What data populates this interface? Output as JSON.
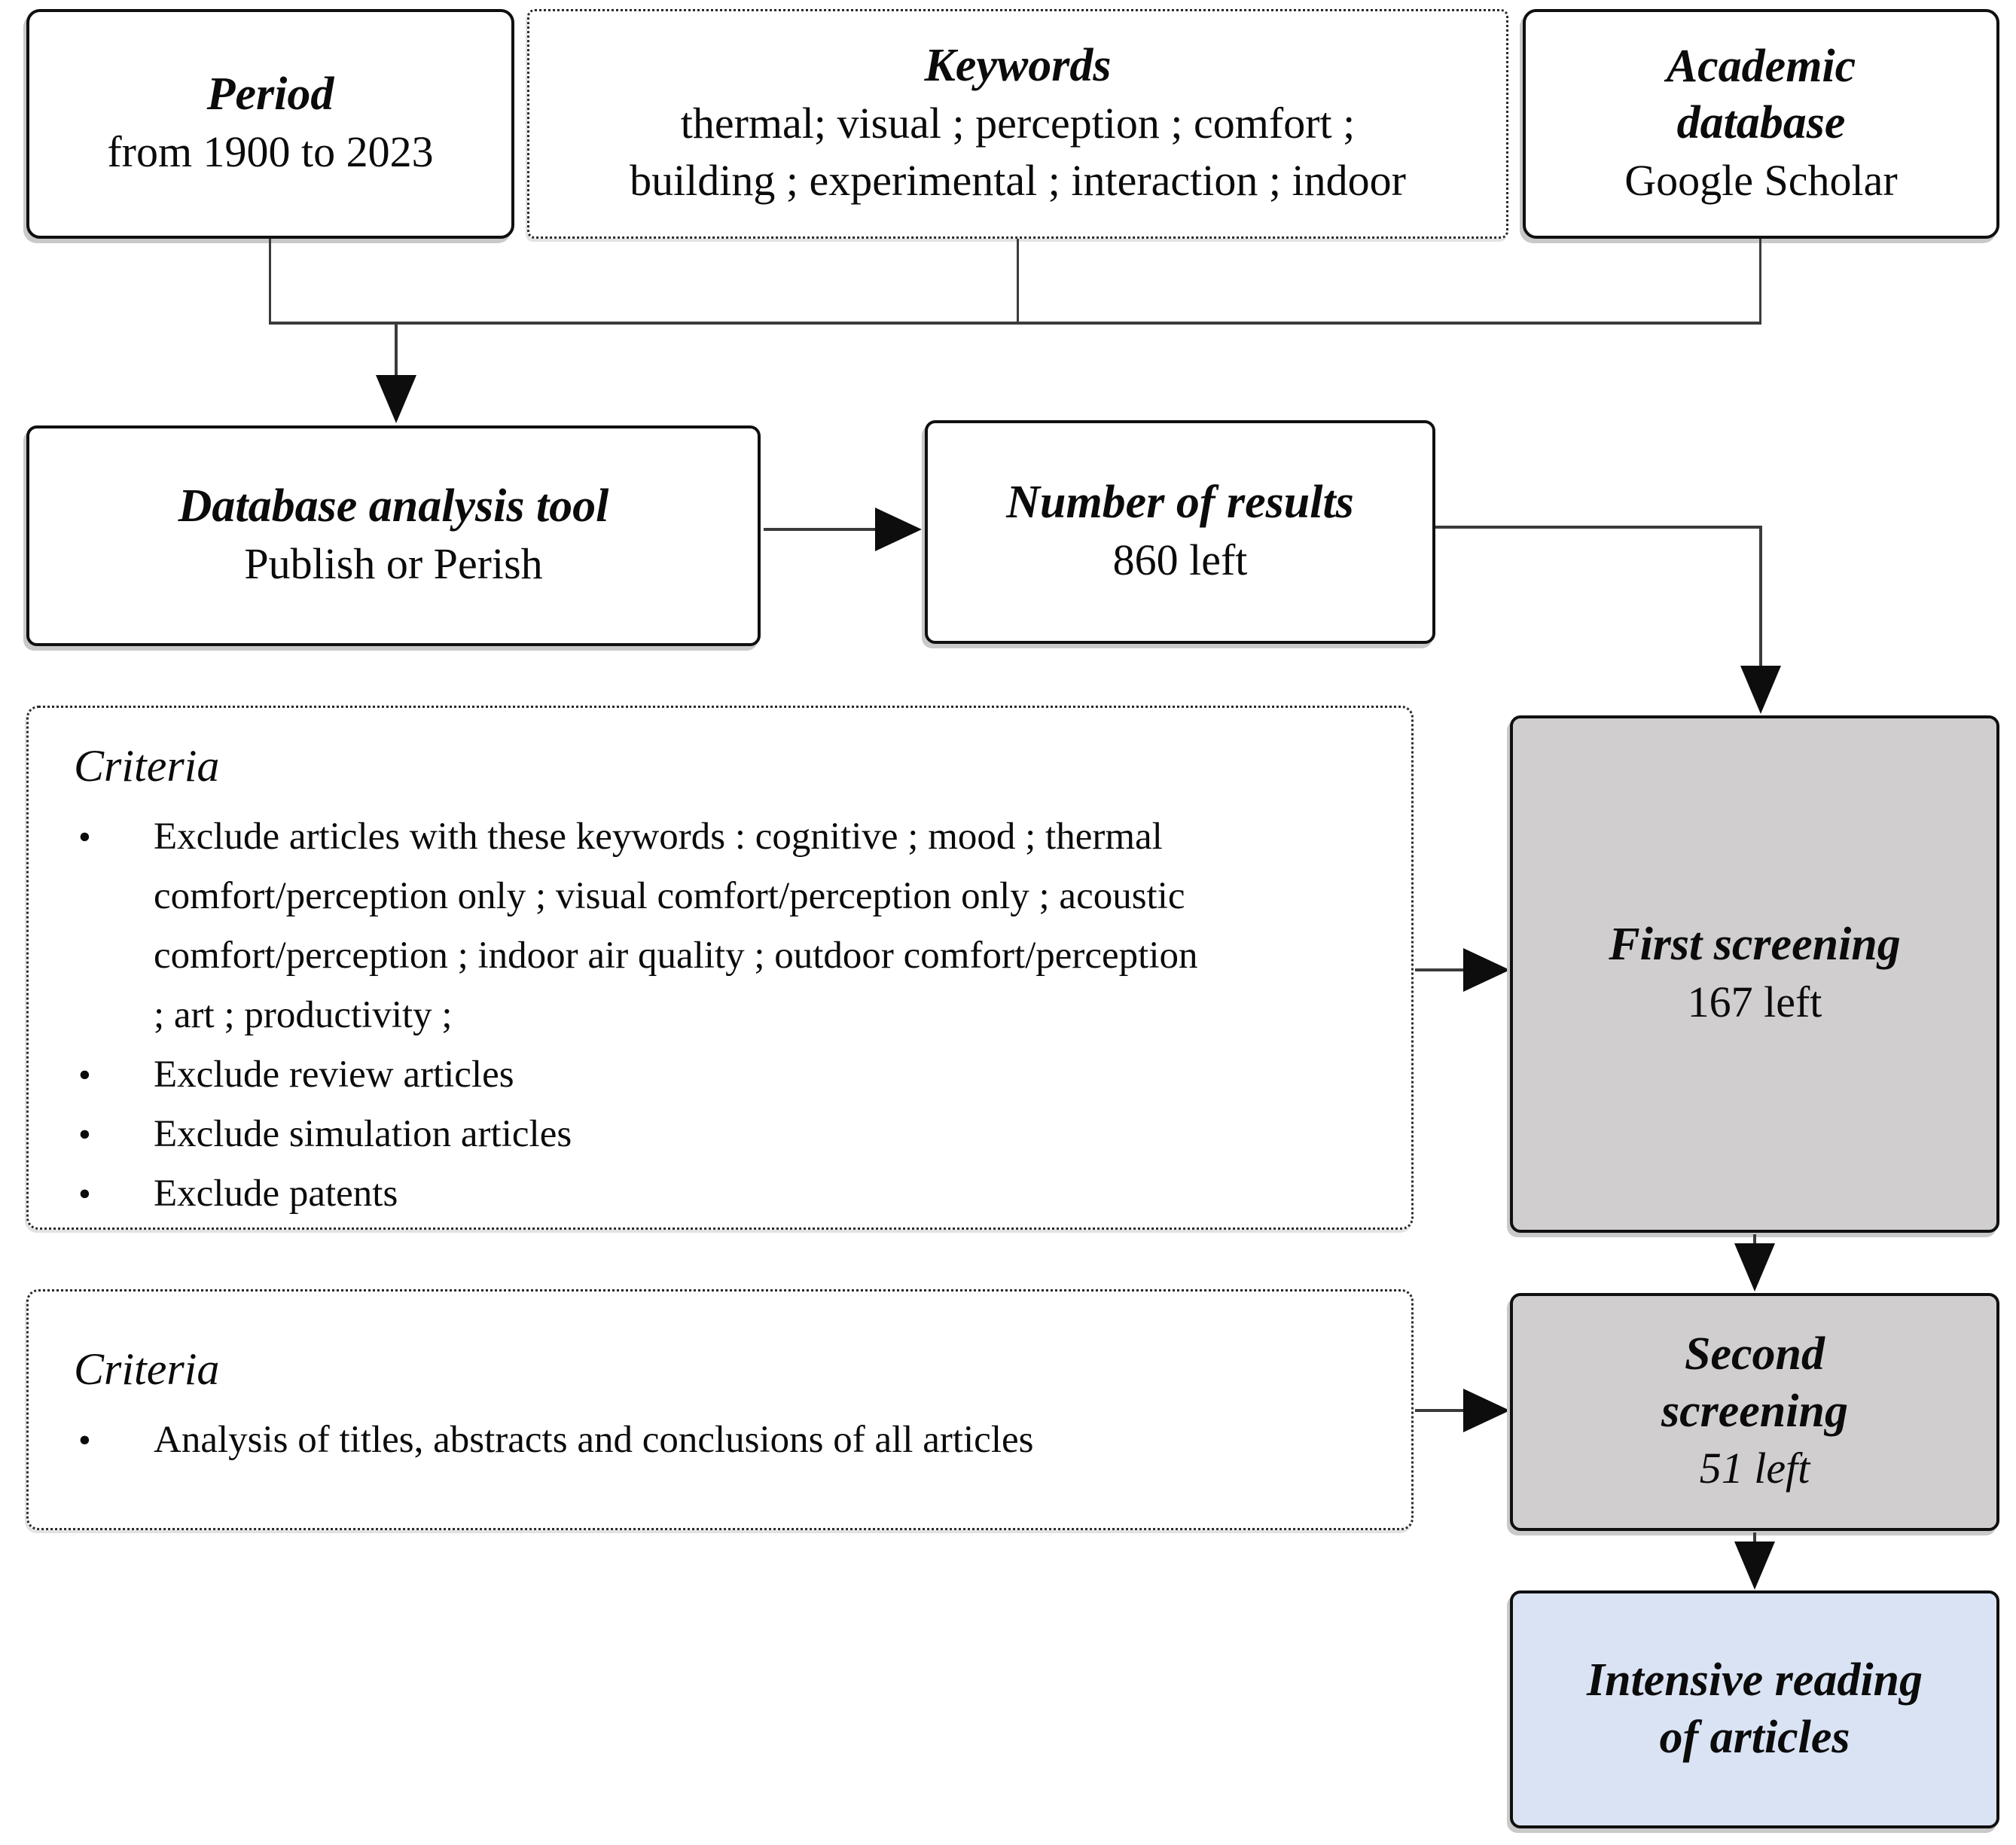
{
  "ui": {
    "bullet_char": "•"
  },
  "colors": {
    "screening_fill": "#d0cece",
    "final_fill": "#dae3f3",
    "box_border": "#101010",
    "connector_line": "#3b3b3b",
    "background": "#ffffff"
  },
  "period": {
    "title": "Period",
    "line1": "from 1900 to 2023"
  },
  "keywords": {
    "title": "Keywords",
    "line1": "thermal; visual ; perception ; comfort ;",
    "line2": "building ; experimental ; interaction ; indoor"
  },
  "academic": {
    "title_line1": "Academic",
    "title_line2": "database",
    "line1": "Google Scholar"
  },
  "tool": {
    "title": "Database analysis tool",
    "line1": "Publish or Perish"
  },
  "results": {
    "title": "Number of results",
    "line1": "860 left"
  },
  "criteria1": {
    "heading": "Criteria",
    "bullets": [
      "Exclude articles with these keywords : cognitive ; mood ; thermal comfort/perception only ; visual comfort/perception only ; acoustic comfort/perception ; indoor air quality ; outdoor comfort/perception ; art ; productivity ;",
      "Exclude review articles",
      "Exclude simulation articles",
      "Exclude patents"
    ]
  },
  "first_screening": {
    "title": "First screening",
    "line1": "167 left"
  },
  "criteria2": {
    "heading": "Criteria",
    "bullets": [
      "Analysis of titles, abstracts and conclusions of all articles"
    ]
  },
  "second_screening": {
    "title_line1": "Second",
    "title_line2": "screening",
    "line1": "51 left"
  },
  "intensive": {
    "title_line1": "Intensive reading",
    "title_line2": "of articles"
  }
}
